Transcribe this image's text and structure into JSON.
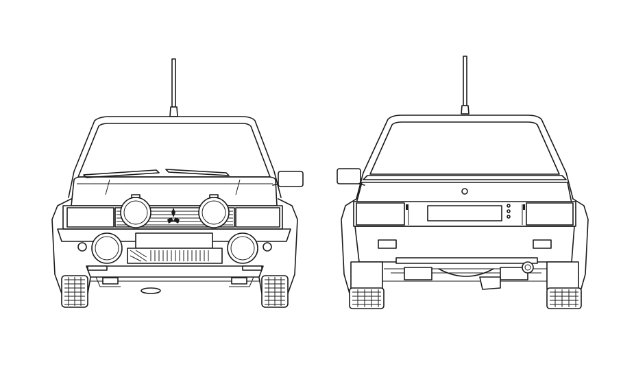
{
  "figure": {
    "views": [
      {
        "id": "front",
        "name": "front-view"
      },
      {
        "id": "rear",
        "name": "rear-view"
      }
    ],
    "colors": {
      "line": "#1a1a1a",
      "background": "#ffffff"
    }
  }
}
